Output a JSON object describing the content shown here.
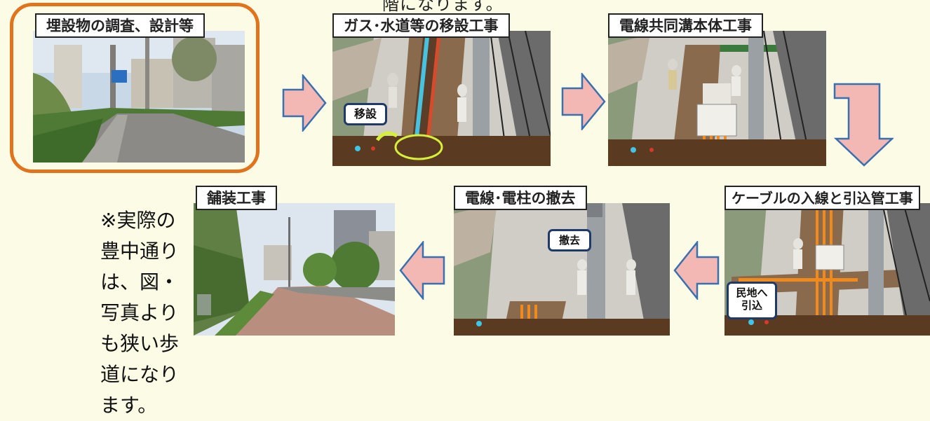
{
  "top_note": "階になります。",
  "steps": [
    {
      "label": "埋設物の調査、設計等"
    },
    {
      "label": "ガス･水道等の移設工事",
      "callout": "移設"
    },
    {
      "label": "電線共同溝本体工事"
    },
    {
      "label": "ケーブルの入線と引込管工事",
      "callout_line1": "民地へ",
      "callout_line2": "引込"
    },
    {
      "label": "電線･電柱の撤去",
      "callout": "撤去"
    },
    {
      "label": "舗装工事"
    }
  ],
  "side_note": "※実際の豊中通りは、図・写真よりも狭い歩道になります。",
  "colors": {
    "arrow_fill": "#f3b8b4",
    "arrow_stroke": "#3a6fb0",
    "highlight": "#e2731d"
  }
}
